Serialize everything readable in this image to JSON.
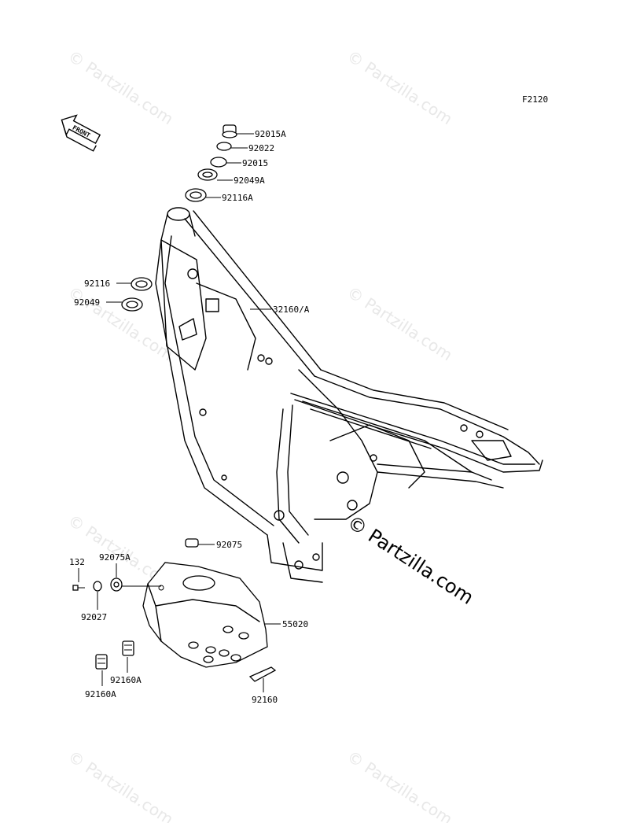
{
  "diagram": {
    "figure_code": "F2120",
    "front_label": "FRONT",
    "watermark_text": "© Partzilla.com",
    "watermark_main": "© Partzilla.com",
    "parts": {
      "p92015A": "92015A",
      "p92022": "92022",
      "p92015": "92015",
      "p92049A": "92049A",
      "p92116A": "92116A",
      "p92116": "92116",
      "p92049": "92049",
      "p32160A": "32160/A",
      "p92075": "92075",
      "p132": "132",
      "p92075A": "92075A",
      "p92027": "92027",
      "p55020": "55020",
      "p92160A_1": "92160A",
      "p92160A_2": "92160A",
      "p92160": "92160"
    }
  }
}
